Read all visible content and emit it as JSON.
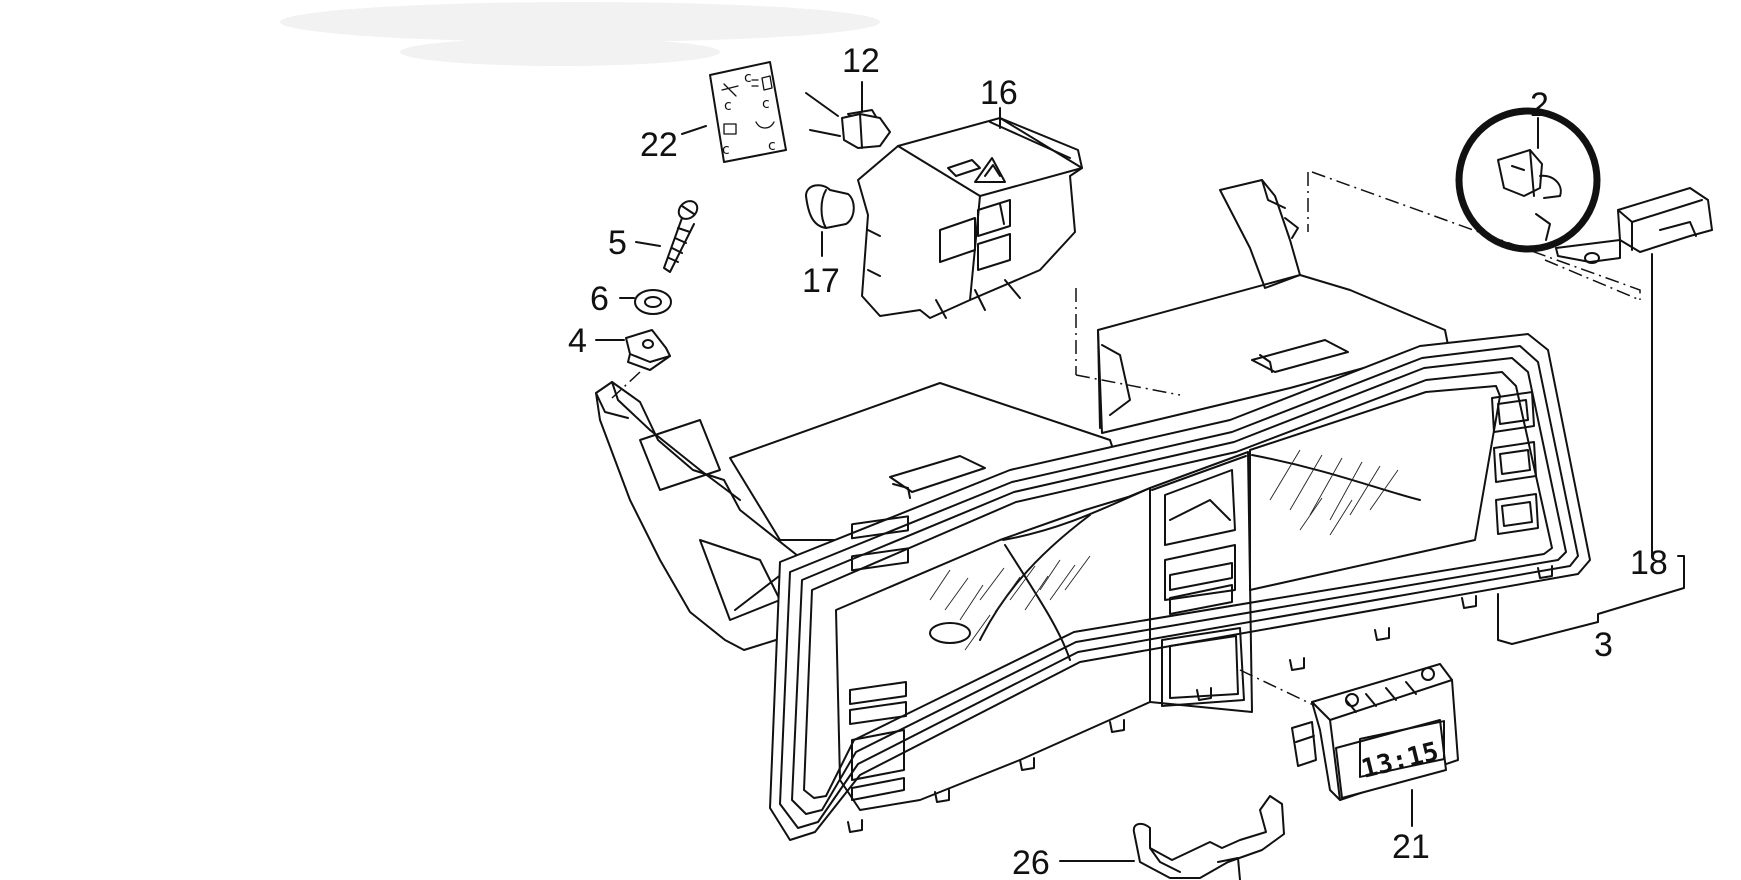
{
  "diagram": {
    "callouts": [
      {
        "id": "c12",
        "label": "12"
      },
      {
        "id": "c16",
        "label": "16"
      },
      {
        "id": "c22",
        "label": "22"
      },
      {
        "id": "c5",
        "label": "5"
      },
      {
        "id": "c6",
        "label": "6"
      },
      {
        "id": "c4",
        "label": "4"
      },
      {
        "id": "c17",
        "label": "17"
      },
      {
        "id": "c2",
        "label": "2"
      },
      {
        "id": "c18",
        "label": "18"
      },
      {
        "id": "c3",
        "label": "3"
      },
      {
        "id": "c21",
        "label": "21"
      },
      {
        "id": "c26",
        "label": "26"
      }
    ],
    "clock_display": "13:15",
    "highlight_color": "#111111",
    "line_color": "#111111"
  }
}
